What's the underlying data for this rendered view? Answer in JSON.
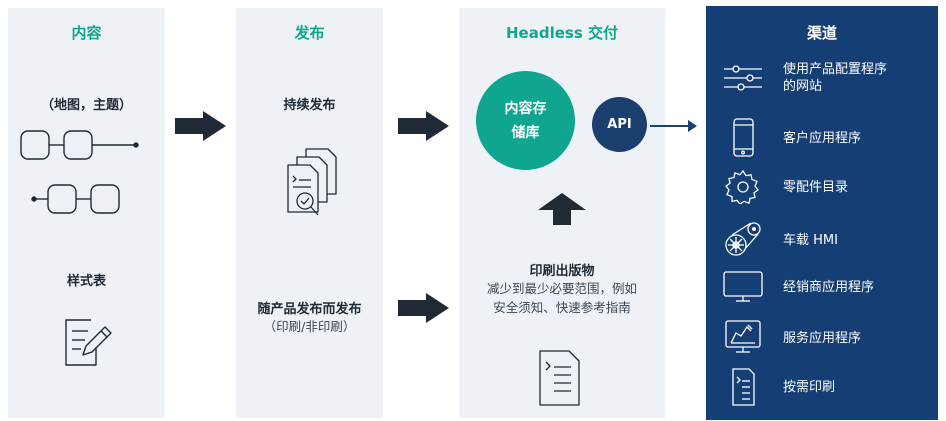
{
  "columns": {
    "content": {
      "title": "内容",
      "maps_label": "（地图，主题）",
      "stylesheet_label": "样式表"
    },
    "publish": {
      "title": "发布",
      "continuous_label": "持续发布",
      "product_label": "随产品发布而发布",
      "product_sub": "（印刷/非印刷）"
    },
    "headless": {
      "title": "Headless 交付",
      "repo_line1": "内容存",
      "repo_line2": "储库",
      "api_label": "API",
      "print_label": "印刷出版物",
      "print_desc_line1": "减少到最少必要范围，例如",
      "print_desc_line2": "安全须知、快速参考指南"
    },
    "channels": {
      "title": "渠道",
      "items": [
        {
          "icon": "sliders-icon",
          "line1": "使用产品配置程序",
          "line2": "的网站"
        },
        {
          "icon": "phone-icon",
          "line1": "客户应用程序",
          "line2": ""
        },
        {
          "icon": "gear-icon",
          "line1": "零配件目录",
          "line2": ""
        },
        {
          "icon": "engine-belt-icon",
          "line1": "车载 HMI",
          "line2": ""
        },
        {
          "icon": "monitor-icon",
          "line1": "经销商应用程序",
          "line2": ""
        },
        {
          "icon": "service-monitor-icon",
          "line1": "服务应用程序",
          "line2": ""
        },
        {
          "icon": "document-list-icon",
          "line1": "按需印刷",
          "line2": ""
        }
      ]
    }
  },
  "colors": {
    "panel": "#eef2f7",
    "teal": "#0fa58f",
    "navy": "#153f74",
    "arrow": "#1f2a35"
  }
}
